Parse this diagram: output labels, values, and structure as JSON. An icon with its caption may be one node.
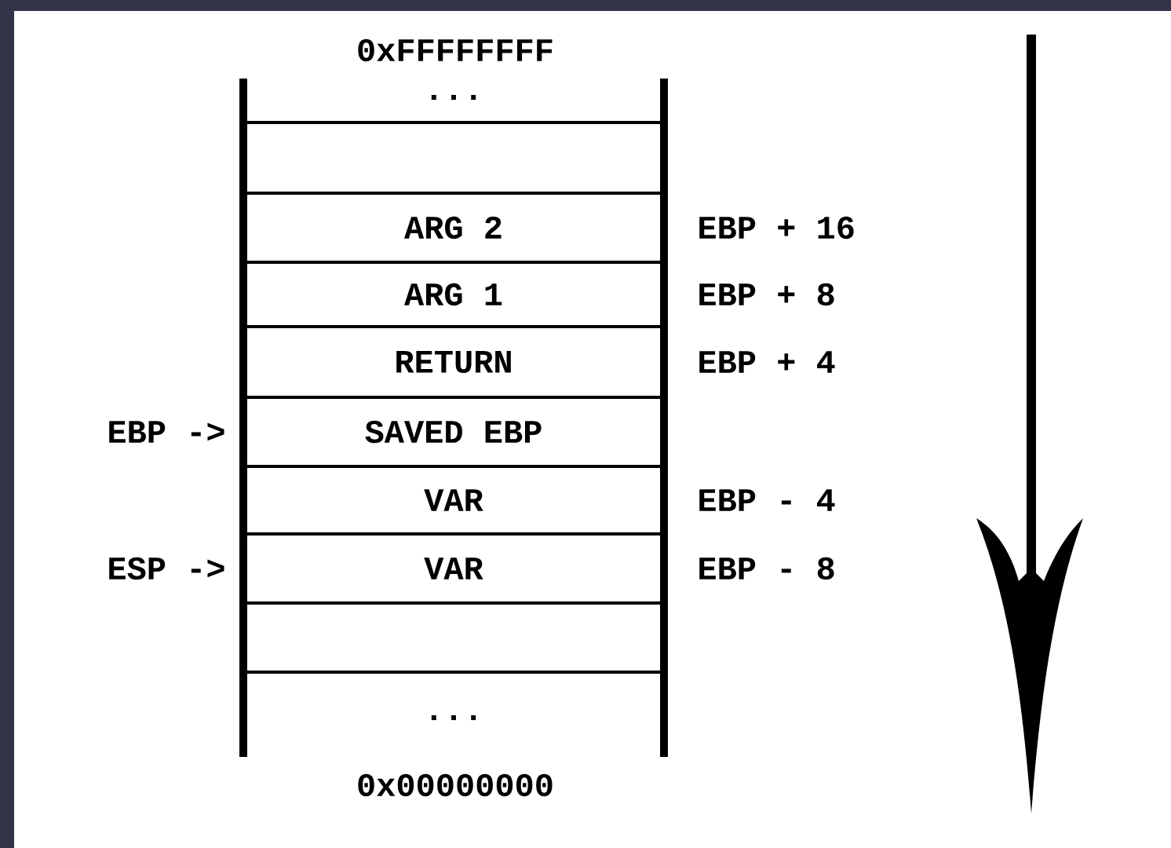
{
  "diagram": {
    "nodes": [
      {
        "text": [
          "..."
        ]
      },
      {
        "text": [],
        "shape": "box"
      },
      {
        "text": [
          "ARG 2"
        ]
      },
      {
        "text": [
          "ARG 1"
        ]
      },
      {
        "text": [
          "RETURN"
        ]
      },
      {
        "text": [
          "SAVED EBP"
        ]
      },
      {
        "text": [
          "VAR"
        ]
      },
      {
        "text": [
          "VAR"
        ]
      },
      {
        "text": [],
        "shape": "box"
      },
      {
        "text": [
          "..."
        ]
      }
    ],
    "labels": [
      "0xFFFFFFFF",
      "EBP + 16",
      "EBP + 8",
      "EBP + 4",
      "EBP ->",
      "EBP - 4",
      "ESP ->",
      "EBP - 8",
      "0x00000000"
    ]
  }
}
